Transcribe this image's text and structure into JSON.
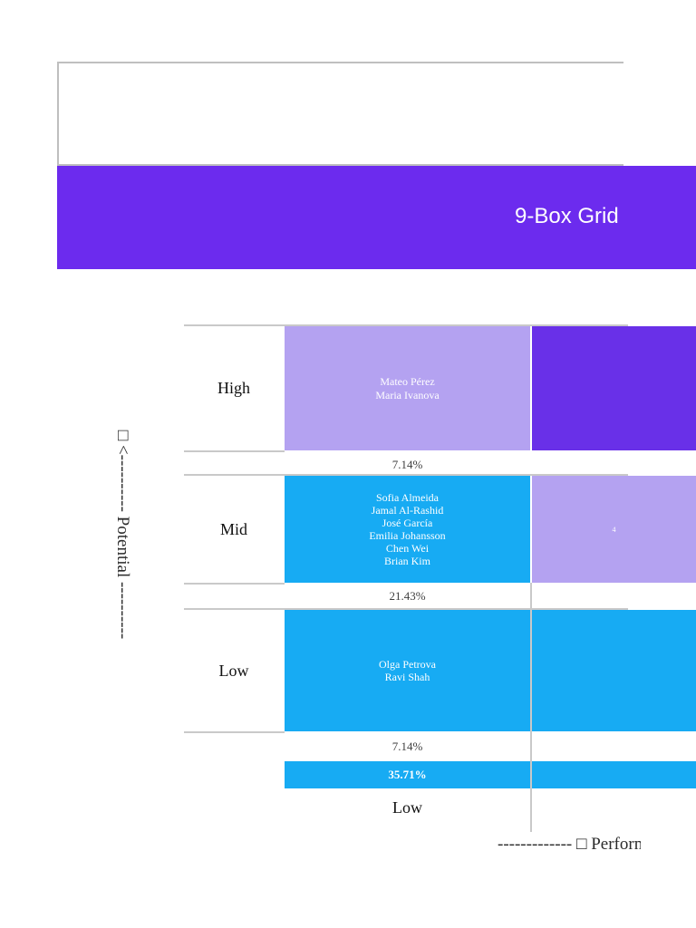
{
  "header": {
    "title": "9-Box Grid"
  },
  "colors": {
    "banner_purple": "#6C2BEE",
    "cell_dark_purple": "#6930E8",
    "cell_light_purple": "#B4A2F1",
    "cell_cyan": "#17ABF3",
    "separator_line": "#C9C9C9",
    "percent_text": "#3F3F3F"
  },
  "axes": {
    "y_title": "□ <---------- Potential ----------",
    "x_title": "------------- □ Performance",
    "x_tick": "Low"
  },
  "grid": {
    "rows": [
      {
        "label": "High",
        "cells": [
          {
            "names": [
              "Mateo Pérez",
              "Maria Ivanova"
            ]
          },
          {
            "names": []
          }
        ]
      },
      {
        "label": "Mid",
        "cells": [
          {
            "names": [
              "Sofia Almeida",
              "Jamal Al-Rashid",
              "José García",
              "Emilia Johansson",
              "Chen Wei",
              "Brian Kim"
            ]
          },
          {
            "names": []
          }
        ]
      },
      {
        "label": "Low",
        "cells": [
          {
            "names": [
              "Olga Petrova",
              "Ravi Shah"
            ]
          },
          {
            "names": []
          }
        ]
      }
    ],
    "center_cell_mark": "4",
    "gap_labels": [
      "7.14%",
      "21.43%",
      "7.14%"
    ],
    "total_label": "35.71%"
  },
  "chart_data": {
    "type": "heatmap",
    "title": "9-Box Grid",
    "ylabel": "Potential",
    "xlabel": "Performance",
    "y_categories": [
      "High",
      "Mid",
      "Low"
    ],
    "x_categories_visible": [
      "Low"
    ],
    "legend_position": "none",
    "grid": "partial-gray-separators",
    "cells": [
      {
        "row": "High",
        "col_index": 1,
        "color": "#B4A2F1",
        "members": [
          "Mateo Pérez",
          "Maria Ivanova"
        ]
      },
      {
        "row": "High",
        "col_index": 2,
        "color": "#6930E8",
        "members": []
      },
      {
        "row": "Mid",
        "col_index": 1,
        "color": "#17ABF3",
        "members": [
          "Sofia Almeida",
          "Jamal Al-Rashid",
          "José García",
          "Emilia Johansson",
          "Chen Wei",
          "Brian Kim"
        ]
      },
      {
        "row": "Mid",
        "col_index": 2,
        "color": "#B4A2F1",
        "members": [],
        "tiny_mark": "4"
      },
      {
        "row": "Low",
        "col_index": 1,
        "color": "#17ABF3",
        "members": [
          "Olga Petrova",
          "Ravi Shah"
        ]
      },
      {
        "row": "Low",
        "col_index": 2,
        "color": "#17ABF3",
        "members": []
      }
    ],
    "row_gap_percentages": [
      {
        "below_row": "High",
        "value": "7.14%"
      },
      {
        "below_row": "Mid",
        "value": "21.43%"
      },
      {
        "below_row": "Low",
        "value": "7.14%"
      }
    ],
    "column_total_bar": {
      "value": "35.71%",
      "color": "#17ABF3"
    }
  }
}
